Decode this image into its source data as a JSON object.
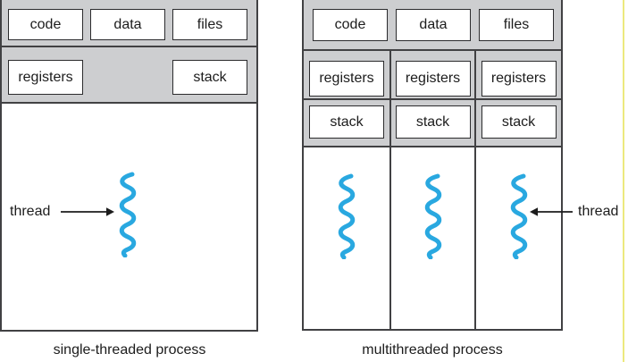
{
  "left": {
    "caption": "single-threaded process",
    "row1": [
      "code",
      "data",
      "files"
    ],
    "registers": "registers",
    "stack": "stack",
    "thread": "thread"
  },
  "right": {
    "caption": "multithreaded process",
    "row1": [
      "code",
      "data",
      "files"
    ],
    "cols": [
      {
        "registers": "registers",
        "stack": "stack"
      },
      {
        "registers": "registers",
        "stack": "stack"
      },
      {
        "registers": "registers",
        "stack": "stack"
      }
    ],
    "thread": "thread"
  },
  "icons": {
    "thread_squiggle": "blue-wavy-vertical-line",
    "left_arrow": "arrow-right",
    "right_arrow": "arrow-left"
  },
  "colors": {
    "thread_blue": "#29a8e0",
    "panel_gray": "#cdced0",
    "line_dark": "#414143",
    "accent_yellow": "#ece97e"
  }
}
